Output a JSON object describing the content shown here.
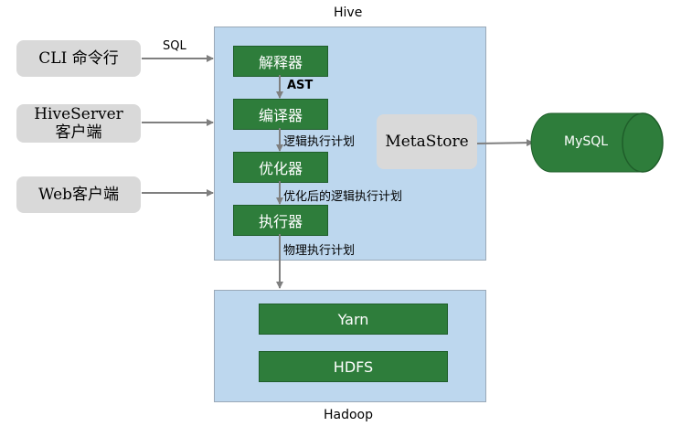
{
  "hive": {
    "title": "Hive",
    "stages": [
      "解释器",
      "编译器",
      "优化器",
      "执行器"
    ],
    "stage_outputs": [
      "AST",
      "逻辑执行计划",
      "优化后的逻辑执行计划",
      "物理执行计划"
    ],
    "metastore": "MetaStore"
  },
  "clients": [
    {
      "label": "CLI 命令行"
    },
    {
      "label": "HiveServer\n客户端"
    },
    {
      "label": "Web客户端"
    }
  ],
  "edge_labels": {
    "sql": "SQL"
  },
  "database": {
    "label": "MySQL"
  },
  "hadoop": {
    "title": "Hadoop",
    "components": [
      "Yarn",
      "HDFS"
    ]
  },
  "colors": {
    "container_fill": "#bdd7ee",
    "stage_fill": "#2e7d3b",
    "client_fill": "#d9d9d9",
    "arrow": "#7f7f7f"
  }
}
